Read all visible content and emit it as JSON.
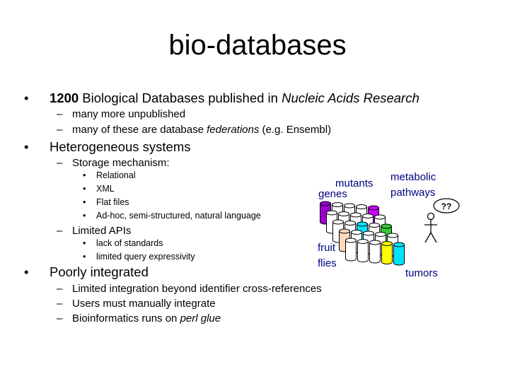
{
  "title": "bio-databases",
  "bullets": {
    "b1": {
      "bold": "1200",
      "text": " Biological Databases published in ",
      "italic": "Nucleic Acids Research"
    },
    "b1_subs": [
      {
        "text": "many more unpublished"
      },
      {
        "pre": "many of these are database ",
        "italic": "federations",
        "post": " (e.g. Ensembl)"
      }
    ],
    "b2": "Heterogeneous systems",
    "b2_sub1": "Storage mechanism:",
    "b2_sub1_items": [
      "Relational",
      "XML",
      "Flat files",
      "Ad-hoc, semi-structured, natural language"
    ],
    "b2_sub2": "Limited APIs",
    "b2_sub2_items": [
      "lack of standards",
      "limited query expressivity"
    ],
    "b3": "Poorly integrated",
    "b3_subs": [
      {
        "text": "Limited integration beyond identifier cross-references"
      },
      {
        "text": "Users must manually integrate"
      },
      {
        "pre": "Bioinformatics runs on ",
        "italic": "perl glue"
      }
    ]
  },
  "figure": {
    "labels": {
      "mutants": "mutants",
      "genes": "genes",
      "metabolic": "metabolic",
      "pathways": "pathways",
      "fruit": "fruit",
      "flies": "flies",
      "tumors": "tumors",
      "speech": "??"
    },
    "label_color": "#000080",
    "colors": {
      "purple": "#9900cc",
      "magenta": "#cc00ff",
      "cyan": "#00e5ff",
      "yellow": "#ffff00",
      "green": "#33cc33",
      "peach": "#ffd9bf"
    }
  }
}
